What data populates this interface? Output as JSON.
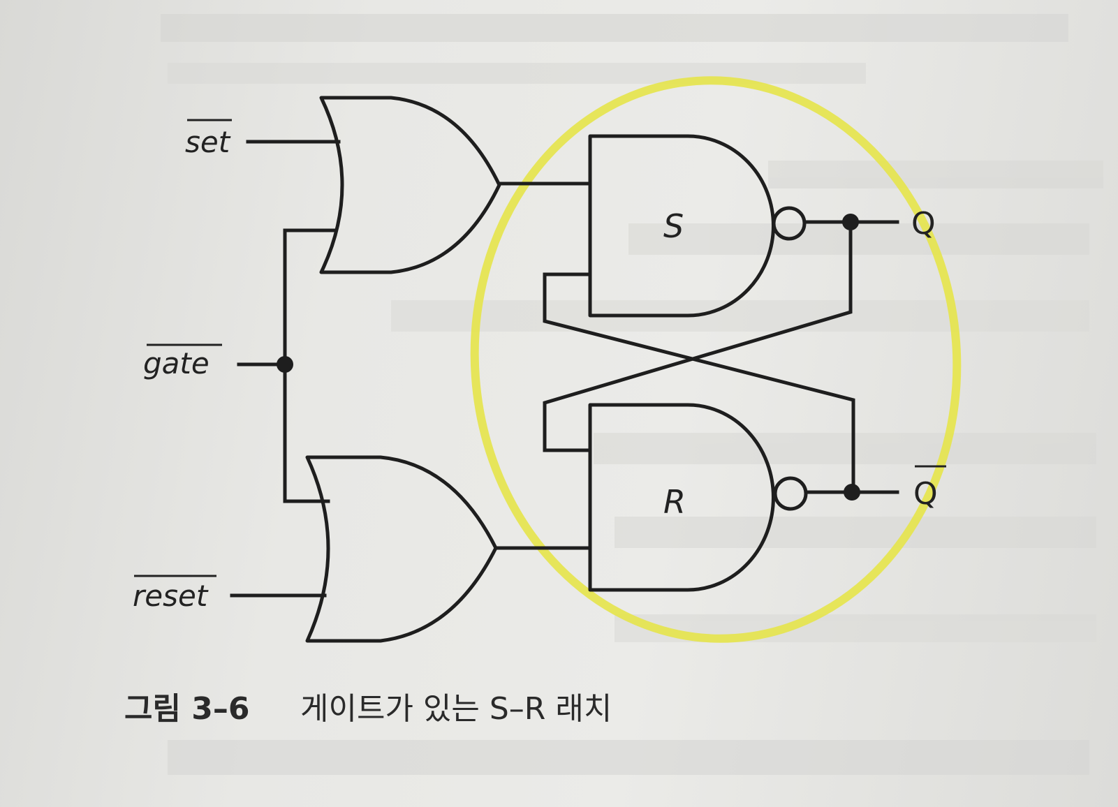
{
  "figure": {
    "inputs": {
      "set": "set",
      "gate": "gate",
      "reset": "reset"
    },
    "gates": {
      "top_nand": "S",
      "bottom_nand": "R"
    },
    "outputs": {
      "q": "Q",
      "q_bar": "Q"
    },
    "caption": {
      "number": "그림 3–6",
      "text": "게이트가 있는 S–R 래치"
    }
  },
  "colors": {
    "highlight": "#e6e44a",
    "ink": "#1e1e1e"
  }
}
